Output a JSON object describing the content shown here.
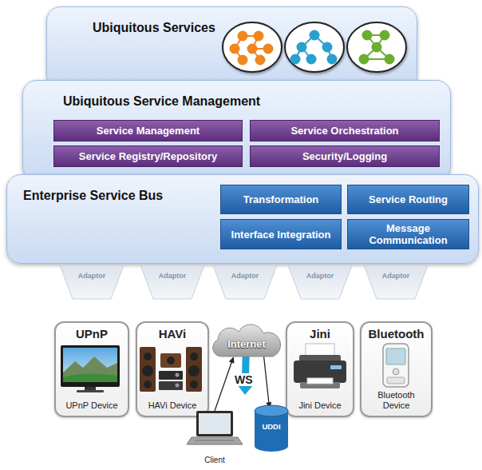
{
  "diagram": {
    "nodes": [
      {
        "text": [
          "Ubiquitous Services"
        ]
      },
      {
        "text": [
          "Ubiquitous Service Management"
        ]
      },
      {
        "text": [
          "Service Management"
        ],
        "in": 1
      },
      {
        "text": [
          "Service Orchestration"
        ],
        "in": 1
      },
      {
        "text": [
          "Service Registry/Repository"
        ],
        "in": 1
      },
      {
        "text": [
          "Security/Logging"
        ],
        "in": 1
      },
      {
        "text": [
          "Enterprise Service Bus"
        ]
      },
      {
        "text": [
          "Transformation"
        ],
        "in": 6
      },
      {
        "text": [
          "Service Routing"
        ],
        "in": 6
      },
      {
        "text": [
          "Interface Integration"
        ],
        "in": 6
      },
      {
        "text": [
          "Message Communication"
        ],
        "in": 6
      },
      {
        "text": [
          "Adaptor"
        ]
      },
      {
        "text": [
          "Adaptor"
        ]
      },
      {
        "text": [
          "Adaptor"
        ]
      },
      {
        "text": [
          "Adaptor"
        ]
      },
      {
        "text": [
          "Adaptor"
        ]
      },
      {
        "text": [
          "UPnP",
          "UPnP Device"
        ]
      },
      {
        "text": [
          "HAVi",
          "HAVi Device"
        ]
      },
      {
        "text": [
          "Internet"
        ]
      },
      {
        "text": [
          "Jini",
          "Jini Device"
        ]
      },
      {
        "text": [
          "Bluetooth",
          "Bluetooth Device"
        ]
      },
      {
        "text": [
          "UDDI"
        ]
      },
      {
        "text": [
          "Client"
        ]
      }
    ],
    "edges": [
      {
        "from": 16,
        "to": 11,
        "arrow": "to"
      },
      {
        "from": 17,
        "to": 12,
        "arrow": "to"
      },
      {
        "from": 18,
        "to": 13,
        "arrow": "to"
      },
      {
        "from": 19,
        "to": 14,
        "arrow": "to"
      },
      {
        "from": 20,
        "to": 15,
        "arrow": "to"
      },
      {
        "from": 22,
        "to": 18,
        "arrow": "to"
      },
      {
        "from": 18,
        "to": 21,
        "arrow": "to"
      }
    ],
    "labels": [
      "WS"
    ]
  }
}
